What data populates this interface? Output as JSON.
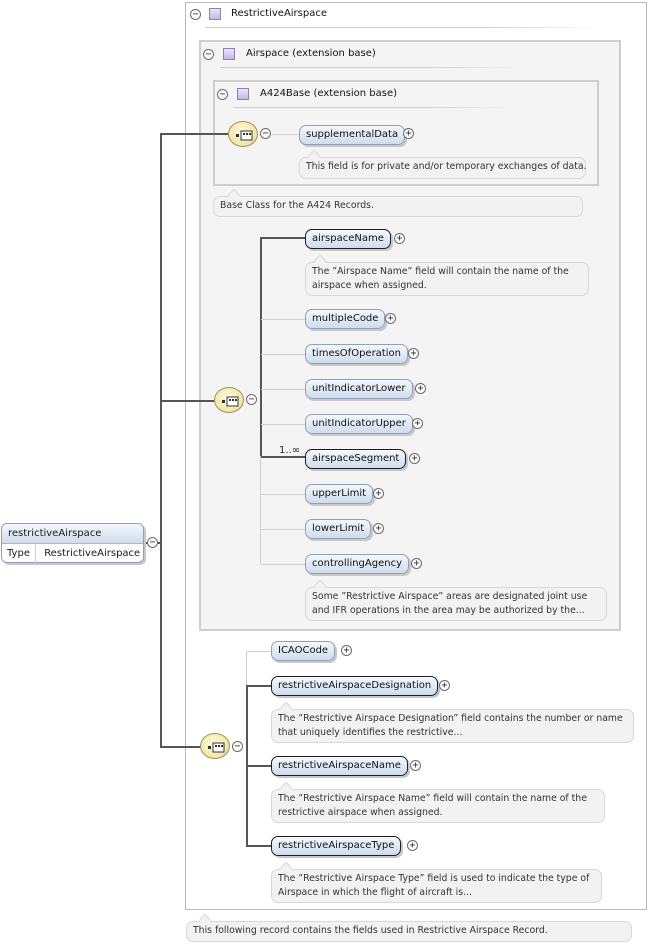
{
  "complex_type": {
    "name": "RestrictiveAirspace",
    "annotation": "This following record contains the fields used in Restrictive Airspace Record."
  },
  "airspace_base": {
    "name": "Airspace (extension base)",
    "annotation": "Base Class for the A424 Records."
  },
  "a424_base": {
    "name": "A424Base (extension base)"
  },
  "supplemental": {
    "name": "supplementalData",
    "annotation": "This field is for private and/or temporary exchanges of data."
  },
  "airspace_fields": [
    {
      "name": "airspaceName",
      "annotation_lines": [
        "The ”Airspace Name” field will contain the name of the",
        "airspace when assigned."
      ]
    },
    {
      "name": "multipleCode"
    },
    {
      "name": "timesOfOperation"
    },
    {
      "name": "unitIndicatorLower"
    },
    {
      "name": "unitIndicatorUpper"
    },
    {
      "name": "airspaceSegment",
      "multiplicity": "1..∞"
    },
    {
      "name": "upperLimit"
    },
    {
      "name": "lowerLimit"
    },
    {
      "name": "controllingAgency",
      "annotation_lines": [
        "Some ”Restrictive Airspace” areas are designated joint use",
        "and IFR operations in the area may be authorized by the..."
      ]
    }
  ],
  "restrictive_fields": [
    {
      "name": "ICAOCode"
    },
    {
      "name": "restrictiveAirspaceDesignation",
      "annotation_lines": [
        "The ”Restrictive Airspace Designation” field contains the number or name",
        "that uniquely identifies the restrictive..."
      ]
    },
    {
      "name": "restrictiveAirspaceName",
      "annotation_lines": [
        "The ”Restrictive Airspace Name” field will contain the name of the",
        "restrictive airspace when assigned."
      ]
    },
    {
      "name": "restrictiveAirspaceType",
      "annotation_lines": [
        "The ”Restrictive Airspace Type” field is used to indicate the type of",
        "Airspace in which the flight of aircraft is..."
      ]
    }
  ],
  "root_element": {
    "name": "restrictiveAirspace",
    "type_label": "Type",
    "type_value": "RestrictiveAirspace"
  },
  "symbols": {
    "collapse": "−",
    "expand": "+"
  },
  "colors": {
    "element_fill": "#cfdcec",
    "sequence_fill": "#f1e7a6",
    "type_icon": "#c3b8e3"
  }
}
